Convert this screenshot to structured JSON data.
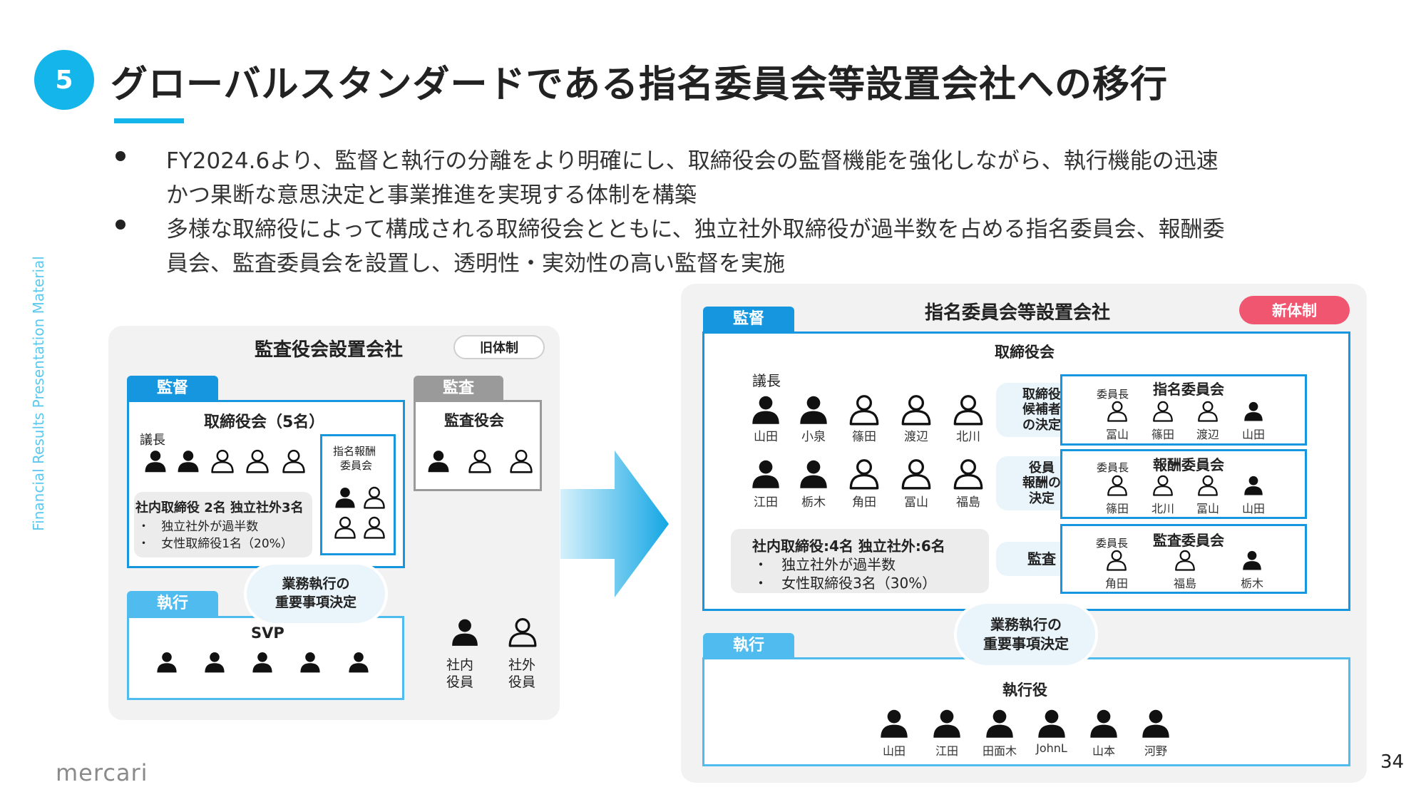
{
  "section_number": "5",
  "title": "グローバルスタンダードである指名委員会等設置会社への移行",
  "bullets": [
    "FY2024.6より、監督と執行の分離をより明確にし、取締役会の監督機能を強化しながら、執行機能の迅速",
    "かつ果断な意思決定と事業推進を実現する体制を構築",
    "多様な取締役によって構成される取締役会とともに、独立社外取締役が過半数を占める指名委員会、報酬委",
    "員会、監査委員会を設置し、透明性・実効性の高い監督を実施"
  ],
  "sidebar_text": "Financial Results Presentation Material",
  "logo_text": "mercari",
  "page_number": "34",
  "old": {
    "title": "監査役会設置会社",
    "badge": "旧体制",
    "tab_supervision": "監督",
    "tab_audit": "監査",
    "tab_execution": "執行",
    "board_title": "取締役会（5名）",
    "chair": "議長",
    "committee_line1": "指名報酬",
    "committee_line2": "委員会",
    "audit_board": "監査役会",
    "composition_title": "社内取締役 2名 独立社外3名",
    "composition_items": [
      "独立社外が過半数",
      "女性取締役1名（20%）"
    ],
    "bubble_line1": "業務執行の",
    "bubble_line2": "重要事項決定",
    "svp": "SVP",
    "legend_inside_1": "社内",
    "legend_inside_2": "役員",
    "legend_outside_1": "社外",
    "legend_outside_2": "役員"
  },
  "new": {
    "title": "指名委員会等設置会社",
    "badge": "新体制",
    "tab_supervision": "監督",
    "tab_execution": "執行",
    "board_title": "取締役会",
    "chair": "議長",
    "row1_names": [
      "山田",
      "小泉",
      "篠田",
      "渡辺",
      "北川"
    ],
    "row2_names": [
      "江田",
      "栃木",
      "角田",
      "冨山",
      "福島"
    ],
    "pill_nomination": [
      "取締役",
      "候補者",
      "の決定"
    ],
    "pill_remuneration": [
      "役員",
      "報酬の",
      "決定"
    ],
    "pill_audit": "監査",
    "chair_label": "委員長",
    "nomination_committee": "指名委員会",
    "nomination_members": [
      "冨山",
      "篠田",
      "渡辺",
      "山田"
    ],
    "remuneration_committee": "報酬委員会",
    "remuneration_members": [
      "篠田",
      "北川",
      "冨山",
      "山田"
    ],
    "audit_committee": "監査委員会",
    "audit_members": [
      "角田",
      "福島",
      "栃木"
    ],
    "composition_title": "社内取締役:4名 独立社外:6名",
    "composition_items": [
      "独立社外が過半数",
      "女性取締役3名（30%）"
    ],
    "bubble_line1": "業務執行の",
    "bubble_line2": "重要事項決定",
    "executives_title": "執行役",
    "executives": [
      "山田",
      "江田",
      "田面木",
      "JohnL",
      "山本",
      "河野"
    ]
  },
  "colors": {
    "accent_blue": "#1796e0",
    "light_blue": "#4fbbee",
    "cyan": "#13b5ea",
    "badge_pink": "#f0566f",
    "panel_gray": "#f2f2f2"
  }
}
